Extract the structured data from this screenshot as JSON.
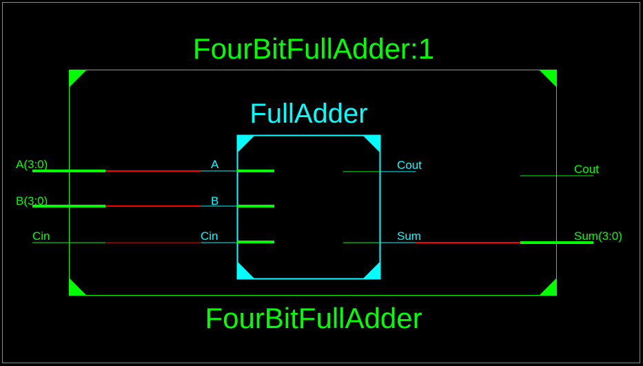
{
  "colors": {
    "background": "#000000",
    "frame": "#8c8c8c",
    "outer_block": "#00ff00",
    "inner_block": "#00ffff",
    "wire": "#ff0000"
  },
  "outer": {
    "instance_label": "FourBitFullAdder:1",
    "name_label": "FourBitFullAdder",
    "ports_left": {
      "a": "A(3:0)",
      "b": "B(3:0)",
      "cin": "Cin"
    },
    "ports_right": {
      "cout": "Cout",
      "sum": "Sum(3:0)"
    }
  },
  "inner": {
    "name_label": "FullAdder",
    "ports_left": {
      "a": "A",
      "b": "B",
      "cin": "Cin"
    },
    "ports_right": {
      "cout": "Cout",
      "sum": "Sum"
    }
  }
}
